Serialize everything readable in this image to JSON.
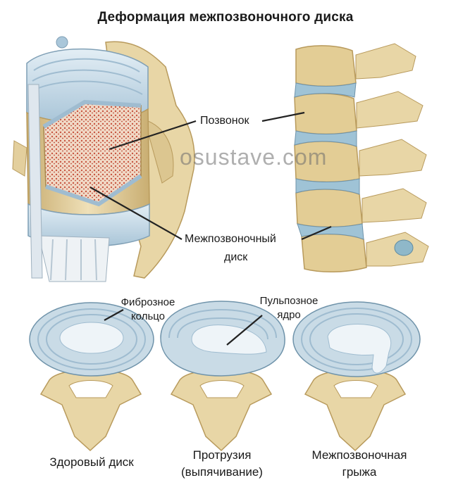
{
  "title": "Деформация межпозвоночного диска",
  "watermark": "osustave.com",
  "labels": {
    "vertebra": "Позвонок",
    "disc_line1": "Межпозвоночный",
    "disc_line2": "диск",
    "annulus_line1": "Фиброзное",
    "annulus_line2": "кольцо",
    "nucleus_line1": "Пульпозное",
    "nucleus_line2": "ядро"
  },
  "captions": {
    "healthy": "Здоровый диск",
    "protrusion_line1": "Протрузия",
    "protrusion_line2": "(выпячивание)",
    "hernia_line1": "Межпозвоночная",
    "hernia_line2": "грыжа"
  },
  "colors": {
    "bone": "#e8d6a6",
    "bone_shadow": "#c9ae72",
    "disc": "#c9dbe6",
    "disc_ring": "#9fbcd0",
    "nucleus": "#eef4f8",
    "marrow": "#c8543f"
  }
}
